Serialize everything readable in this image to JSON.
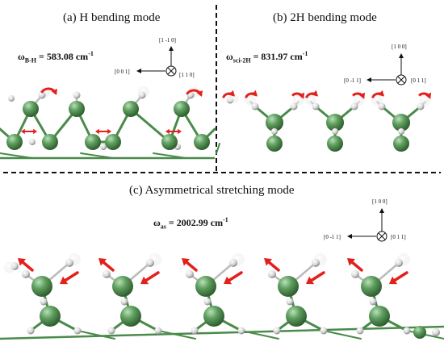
{
  "panel_a": {
    "title": "(a) H bending mode",
    "freq_symbol": "ω",
    "freq_sub": "B-H",
    "freq_value": " = 583.08 cm",
    "freq_sup": "-1",
    "axis_up": "[1 -1 0]",
    "axis_left": "[0 0 1]",
    "axis_into": "[1 1 0]"
  },
  "panel_b": {
    "title": "(b) 2H bending mode",
    "freq_symbol": "ω",
    "freq_sub": "sci-2H",
    "freq_value": " = 831.97 cm",
    "freq_sup": "-1",
    "axis_up": "[1 0 0]",
    "axis_left": "[0 -1 1]",
    "axis_into": "[0 1 1]"
  },
  "panel_c": {
    "title": "(c) Asymmetrical stretching mode",
    "freq_symbol": "ω",
    "freq_sub": "as",
    "freq_value": " = 2002.99 cm",
    "freq_sup": "-1",
    "axis_up": "[1 0 0]",
    "axis_left": "[0 -1 1]",
    "axis_into": "[0 1 1]"
  },
  "colors": {
    "silicon": "#5f9e5f",
    "hydrogen": "#d8d8d8",
    "arrow": "#e3201b",
    "bond": "#4a8a4a"
  }
}
